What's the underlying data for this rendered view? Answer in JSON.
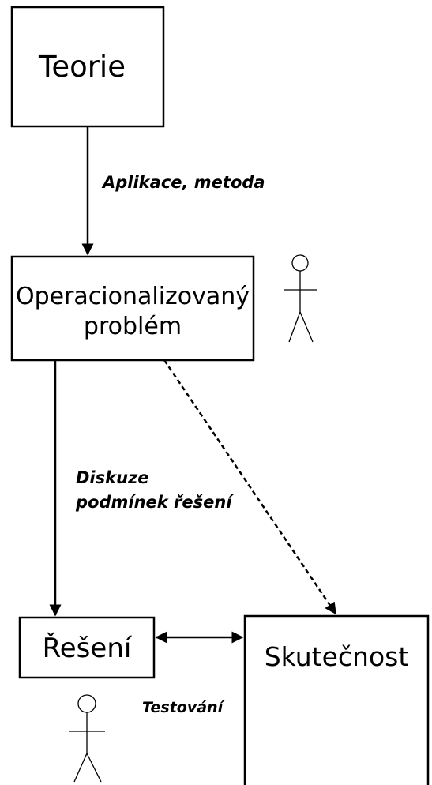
{
  "nodes": {
    "teorie": "Teorie",
    "problem_line1": "Operacionalizovaný",
    "problem_line2": "problém",
    "reseni": "Řešení",
    "skutecnost": "Skutečnost"
  },
  "edges": {
    "aplikace": "Aplikace, metoda",
    "diskuze_line1": "Diskuze",
    "diskuze_line2": "podmínek řešení",
    "testovani": "Testování"
  }
}
